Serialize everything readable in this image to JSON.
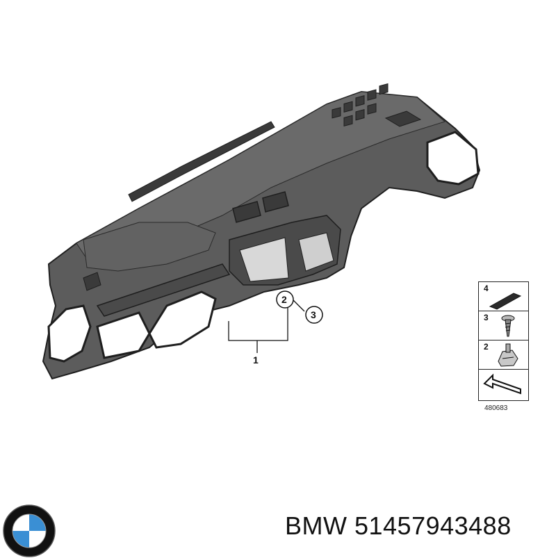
{
  "diagram": {
    "part_callouts": [
      "1",
      "2",
      "3"
    ],
    "diagram_number": "480683"
  },
  "legend": {
    "items": [
      {
        "number": "4",
        "icon": "adhesive-pad-icon"
      },
      {
        "number": "3",
        "icon": "screw-icon"
      },
      {
        "number": "2",
        "icon": "clip-nut-icon"
      },
      {
        "number": "",
        "icon": "front-direction-arrow-icon"
      }
    ]
  },
  "brand": {
    "logo_icon": "bmw-roundel-logo",
    "caption": "BMW 51457943488"
  },
  "colors": {
    "dashboard": "#5c5c5c",
    "dashboard_dark": "#3a3a3a",
    "outline": "#1e1e1e",
    "logo_blue": "#3a8fd4"
  }
}
